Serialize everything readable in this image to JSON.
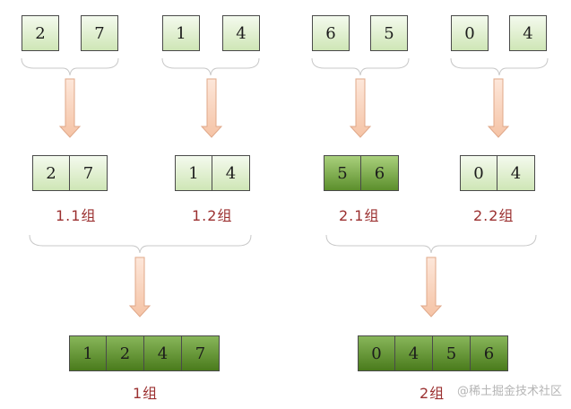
{
  "inputs": [
    {
      "values": [
        "2",
        "7"
      ]
    },
    {
      "values": [
        "1",
        "4"
      ]
    },
    {
      "values": [
        "6",
        "5"
      ]
    },
    {
      "values": [
        "0",
        "4"
      ]
    }
  ],
  "pairs": [
    {
      "values": [
        "2",
        "7"
      ],
      "label": "1.1组"
    },
    {
      "values": [
        "1",
        "4"
      ],
      "label": "1.2组"
    },
    {
      "values": [
        "5",
        "6"
      ],
      "label": "2.1组"
    },
    {
      "values": [
        "0",
        "4"
      ],
      "label": "2.2组"
    }
  ],
  "groups": [
    {
      "values": [
        "1",
        "2",
        "4",
        "7"
      ],
      "label": "1组"
    },
    {
      "values": [
        "0",
        "4",
        "5",
        "6"
      ],
      "label": "2组"
    }
  ],
  "watermark": "@稀土掘金技术社区",
  "colors": {
    "label": "#9b3030",
    "arrow_fill": "#f7cfb6",
    "arrow_stroke": "#e0a889",
    "brace": "#c8c8c8"
  }
}
